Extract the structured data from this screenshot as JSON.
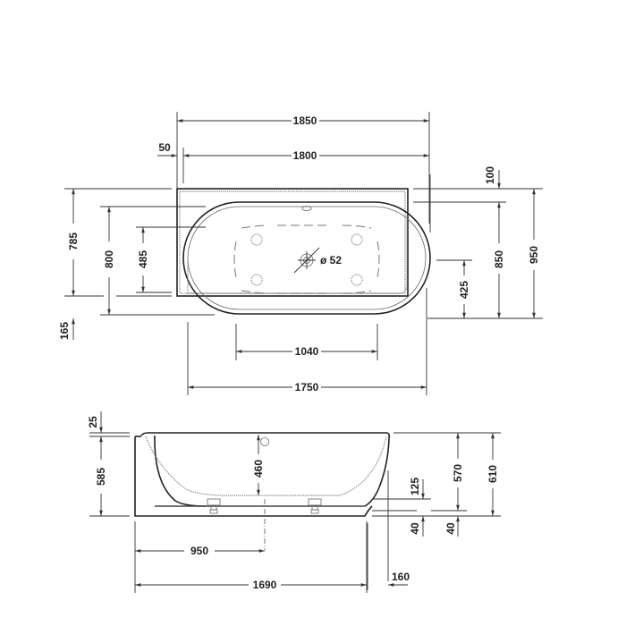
{
  "drawing": {
    "title": "Bathtub technical drawing",
    "views": [
      "top-view",
      "side-view"
    ],
    "top_view": {
      "dimensions": {
        "overall_width": "1850",
        "panel_width": "1800",
        "left_offset": "50",
        "top_offset": "100",
        "overall_depth": "950",
        "inner_depth": "850",
        "center_height": "425",
        "left_height": "785",
        "left_inner": "800",
        "seat_depth": "485",
        "bottom_offset": "165",
        "base_width": "1750",
        "inner_width": "1040",
        "drain_diameter": "ø 52"
      }
    },
    "side_view": {
      "dimensions": {
        "rim_offset": "25",
        "left_height": "585",
        "water_depth": "460",
        "foot_height": "125",
        "total_height_inner": "570",
        "total_height": "610",
        "base_offset": "40",
        "drain_position": "950",
        "length": "1690",
        "right_offset": "160"
      }
    }
  }
}
